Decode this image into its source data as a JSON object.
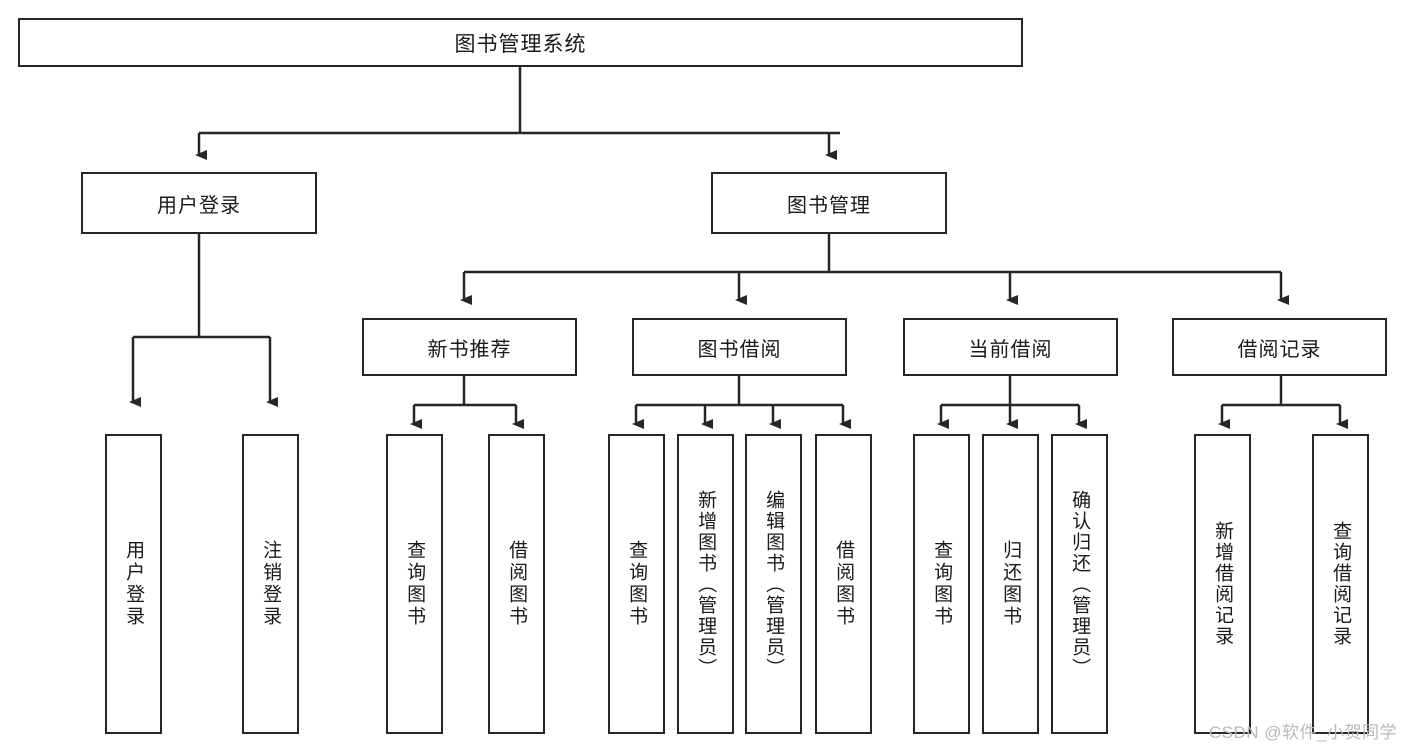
{
  "diagram": {
    "title": "图书管理系统",
    "type": "tree-hierarchy",
    "root": {
      "label": "图书管理系统"
    },
    "level2": [
      {
        "label": "用户登录"
      },
      {
        "label": "图书管理"
      }
    ],
    "level3": [
      {
        "label": "新书推荐"
      },
      {
        "label": "图书借阅"
      },
      {
        "label": "当前借阅"
      },
      {
        "label": "借阅记录"
      }
    ],
    "leaves": {
      "user_login": [
        {
          "label": "用户登录"
        },
        {
          "label": "注销登录"
        }
      ],
      "new_book_recommend": [
        {
          "label": "查询图书"
        },
        {
          "label": "借阅图书"
        }
      ],
      "book_borrow": [
        {
          "label": "查询图书"
        },
        {
          "label": "新增图书（管理员）"
        },
        {
          "label": "编辑图书（管理员）"
        },
        {
          "label": "借阅图书"
        }
      ],
      "current_borrow": [
        {
          "label": "查询图书"
        },
        {
          "label": "归还图书"
        },
        {
          "label": "确认归还（管理员）"
        }
      ],
      "borrow_record": [
        {
          "label": "新增借阅记录"
        },
        {
          "label": "查询借阅记录"
        }
      ]
    }
  },
  "watermark": {
    "text": "CSDN @软件_小贺同学"
  },
  "colors": {
    "stroke": "#262626",
    "background": "#ffffff",
    "text": "#1a1a1a",
    "watermark": "#b9b9b9"
  }
}
